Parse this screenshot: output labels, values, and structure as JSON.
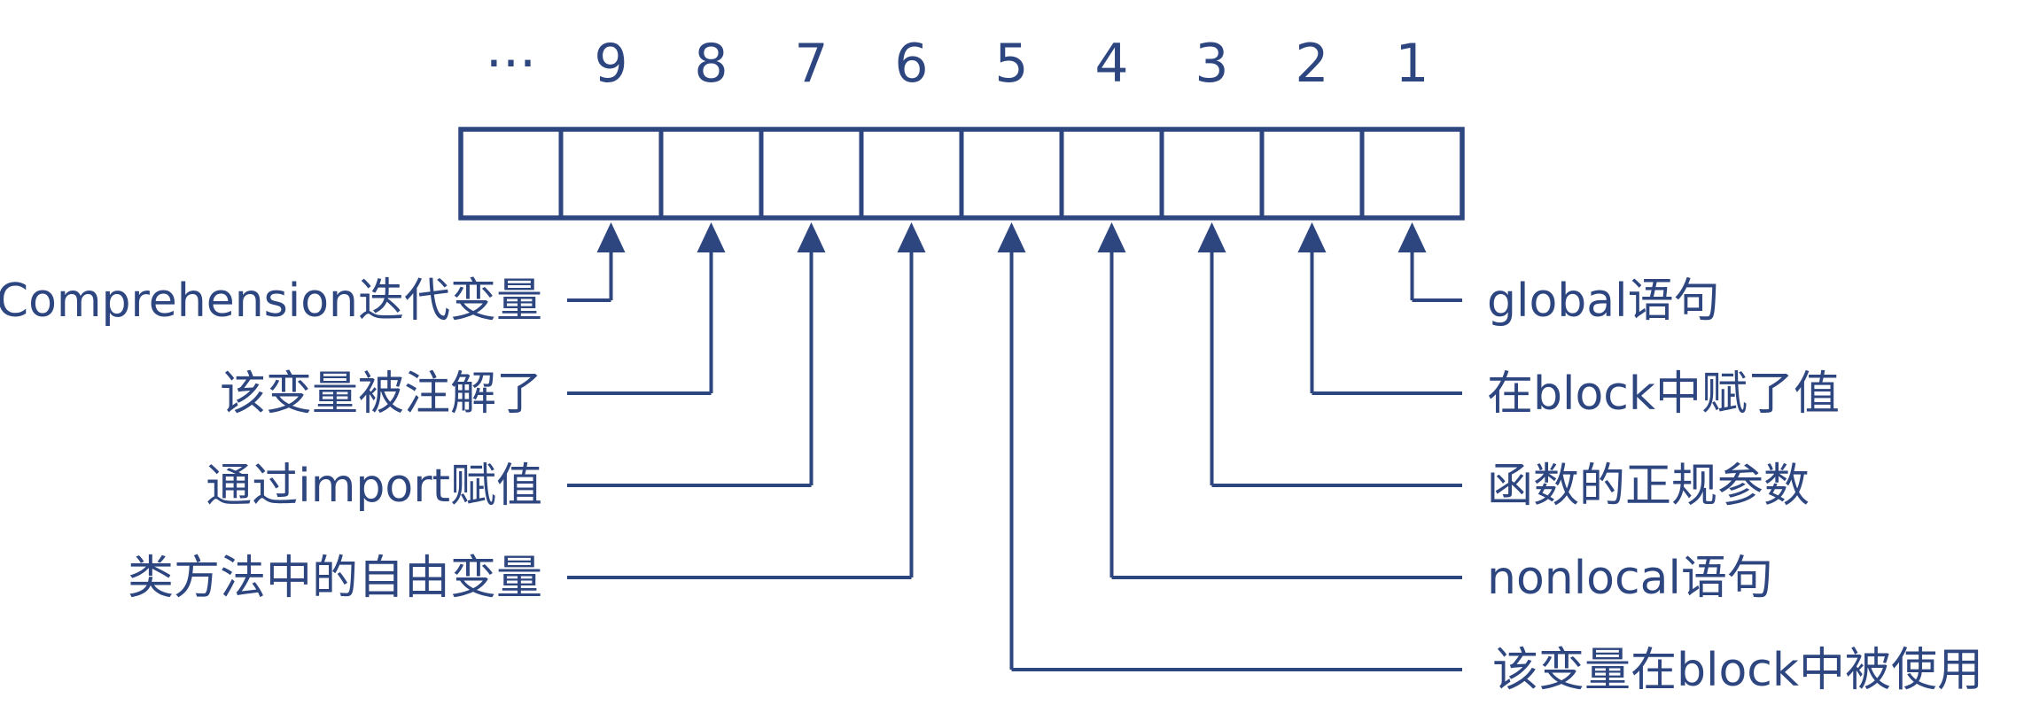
{
  "palette": {
    "ink": "#2e4680",
    "background": "#ffffff"
  },
  "bit_field": {
    "cells": [
      "···",
      "9",
      "8",
      "7",
      "6",
      "5",
      "4",
      "3",
      "2",
      "1"
    ]
  },
  "annotations": {
    "left": [
      {
        "bit": "9",
        "label": "Comprehension迭代变量"
      },
      {
        "bit": "8",
        "label": "该变量被注解了"
      },
      {
        "bit": "7",
        "label": "通过import赋值"
      },
      {
        "bit": "6",
        "label": "类方法中的自由变量"
      }
    ],
    "right": [
      {
        "bit": "1",
        "label": "global语句"
      },
      {
        "bit": "2",
        "label": "在block中赋了值"
      },
      {
        "bit": "3",
        "label": "函数的正规参数"
      },
      {
        "bit": "4",
        "label": "nonlocal语句"
      },
      {
        "bit": "5",
        "label": "该变量在block中被使用"
      }
    ]
  }
}
